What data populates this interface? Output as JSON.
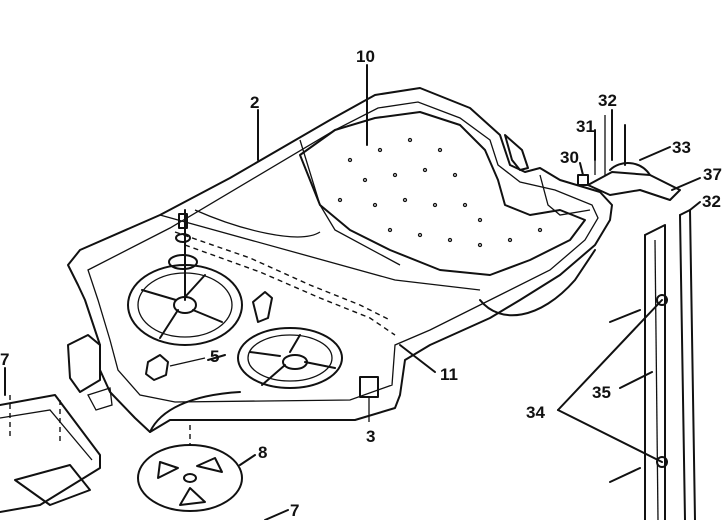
{
  "diagram": {
    "parts": {
      "base_pan": "2",
      "fitting_3": "3",
      "fitting_5": "5",
      "spray_plate_left": "7",
      "spray_plate_bottom": "7",
      "sprayer": "8",
      "filter_screen": "10",
      "gasket": "11",
      "clip": "30",
      "bracket_31": "31",
      "screw_top": "32",
      "screw_right": "32",
      "latch": "33",
      "screws": "34",
      "rail": "35",
      "stop": "37"
    }
  }
}
